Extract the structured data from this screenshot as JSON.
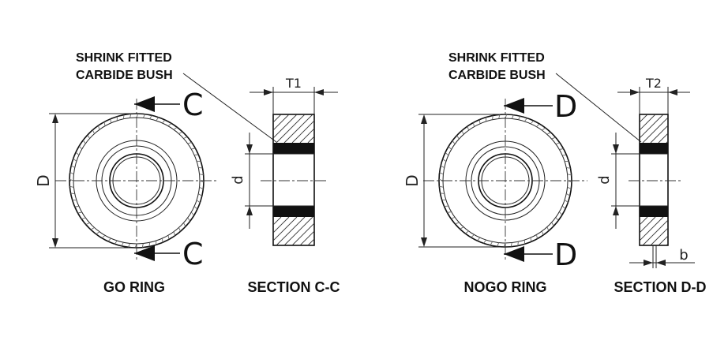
{
  "go": {
    "callout_line1": "SHRINK FITTED",
    "callout_line2": "CARBIDE BUSH",
    "section_letter": "C",
    "dim_D": "D",
    "dim_d": "d",
    "dim_T": "T1",
    "ring_caption": "GO RING",
    "section_caption": "SECTION C-C"
  },
  "nogo": {
    "callout_line1": "SHRINK FITTED",
    "callout_line2": "CARBIDE BUSH",
    "section_letter": "D",
    "dim_D": "D",
    "dim_d": "d",
    "dim_T": "T2",
    "dim_b": "b",
    "ring_caption": "NOGO RING",
    "section_caption": "SECTION D-D"
  },
  "colors": {
    "line": "#111111",
    "carbide": "#111111",
    "background": "#ffffff"
  }
}
